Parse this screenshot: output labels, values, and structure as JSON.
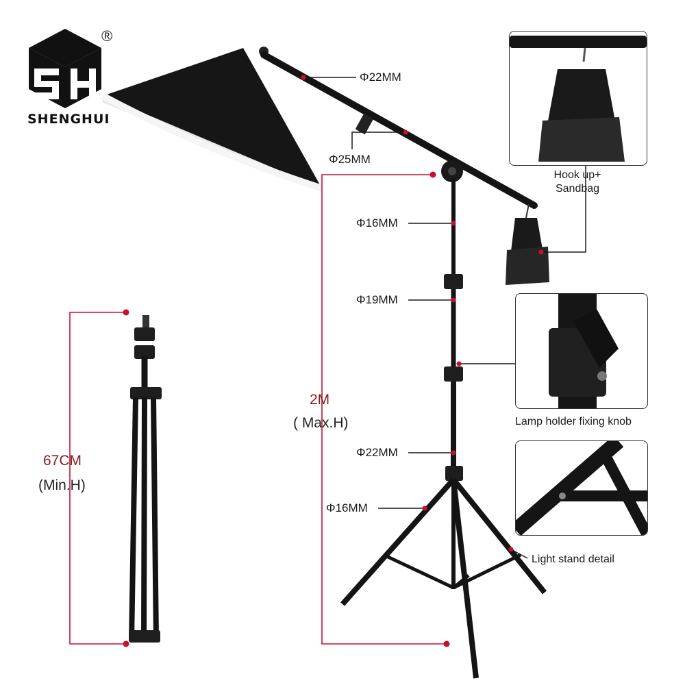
{
  "brand": {
    "name": "SHENGHUI",
    "monogram": "SH",
    "registered_mark": "®"
  },
  "boom_labels": {
    "arm_tip_diameter": "Φ22MM",
    "arm_base_diameter": "Φ25MM"
  },
  "stand_labels": {
    "top_tube": "Φ16MM",
    "middle_tube": "Φ19MM",
    "lower_tube": "Φ22MM",
    "leg_tube": "Φ16MM"
  },
  "heights": {
    "max_value": "2M",
    "max_caption": "( Max.H)",
    "min_value": "67CM",
    "min_caption": "(Min.H)"
  },
  "insets": {
    "sandbag_caption_line1": "Hook up+",
    "sandbag_caption_line2": "Sandbag",
    "knob_caption": "Lamp holder fixing knob",
    "detail_caption": "Light stand detail"
  },
  "colors": {
    "accent_red": "#c8102e",
    "dimension_red": "#8b1a1a",
    "equipment_black": "#141414"
  }
}
